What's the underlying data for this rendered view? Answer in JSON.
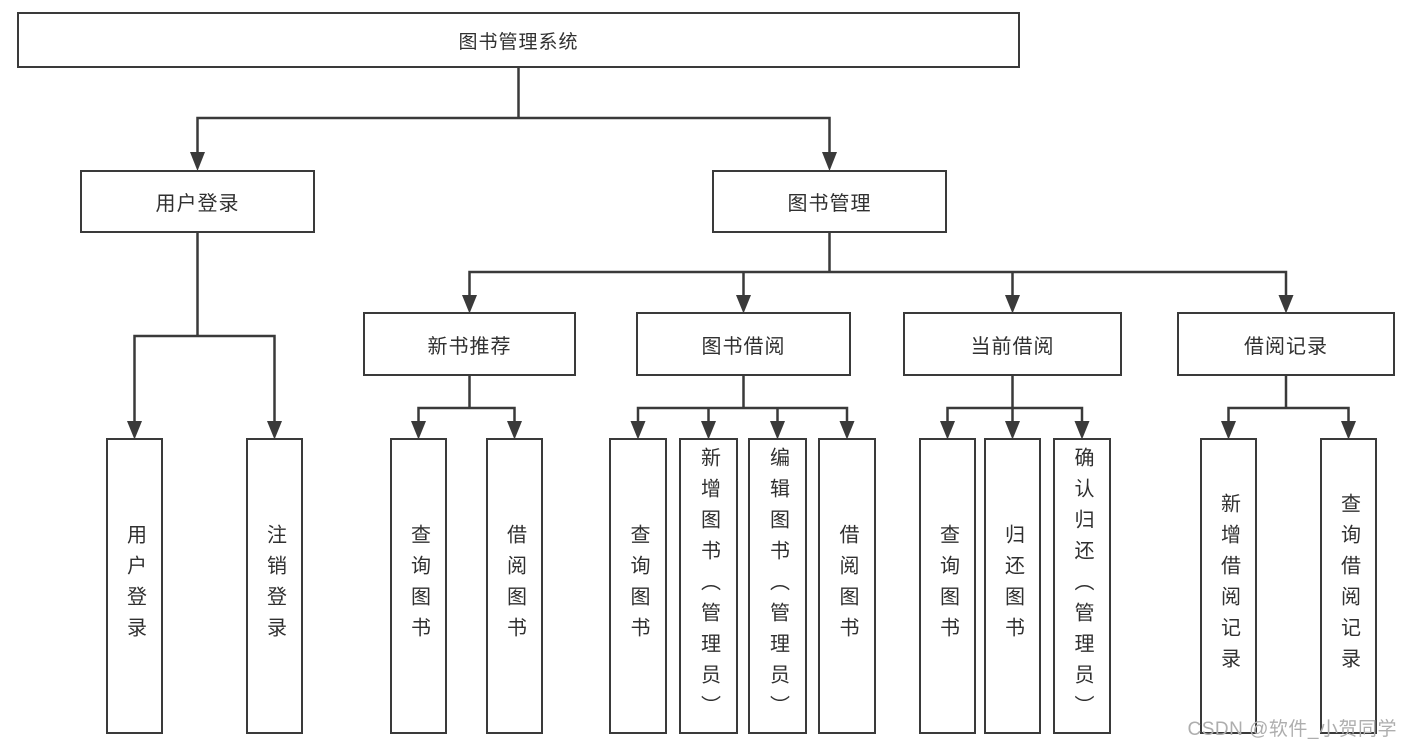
{
  "diagram_type": "function-tree",
  "colors": {
    "line": "#3a3a3a",
    "box_border": "#3a3a3a",
    "box_background": "#ffffff",
    "text": "#303030",
    "watermark": "#aeaeae",
    "page_background": "#ffffff"
  },
  "tree": {
    "label": "图书管理系统",
    "children": [
      {
        "label": "用户登录",
        "children": [
          {
            "label": "用户登录"
          },
          {
            "label": "注销登录"
          }
        ]
      },
      {
        "label": "图书管理",
        "children": [
          {
            "label": "新书推荐",
            "children": [
              {
                "label": "查询图书"
              },
              {
                "label": "借阅图书"
              }
            ]
          },
          {
            "label": "图书借阅",
            "children": [
              {
                "label": "查询图书"
              },
              {
                "label": "新增图书（管理员）"
              },
              {
                "label": "编辑图书（管理员）"
              },
              {
                "label": "借阅图书"
              }
            ]
          },
          {
            "label": "当前借阅",
            "children": [
              {
                "label": "查询图书"
              },
              {
                "label": "归还图书"
              },
              {
                "label": "确认归还（管理员）"
              }
            ]
          },
          {
            "label": "借阅记录",
            "children": [
              {
                "label": "新增借阅记录"
              },
              {
                "label": "查询借阅记录"
              }
            ]
          }
        ]
      }
    ]
  },
  "watermark": {
    "text": "CSDN @软件_小贺同学"
  }
}
